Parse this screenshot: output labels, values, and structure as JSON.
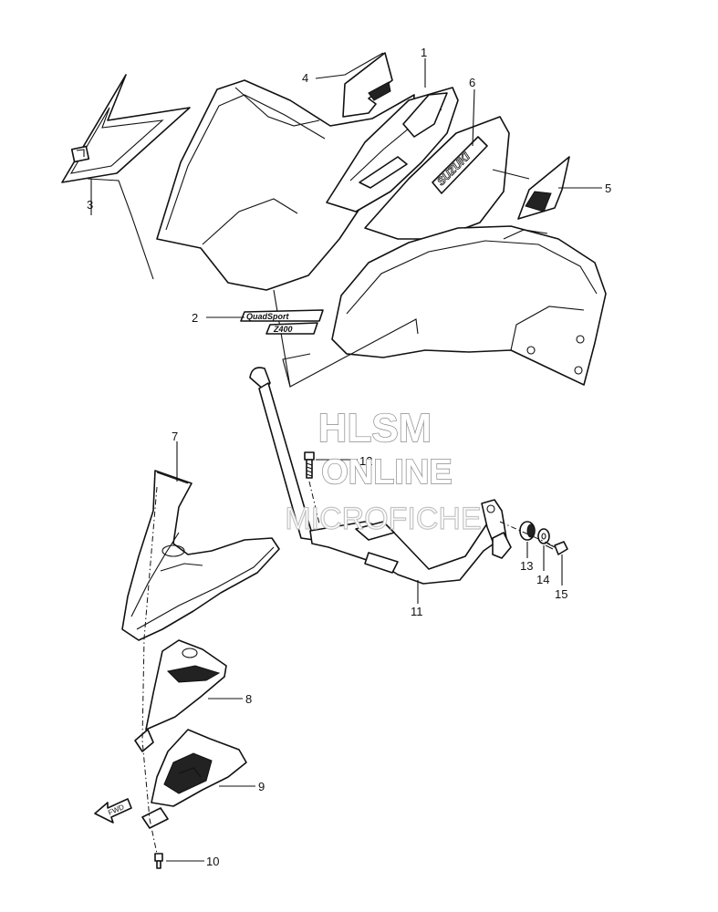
{
  "callouts": [
    {
      "id": "1",
      "label": "1"
    },
    {
      "id": "2",
      "label": "2"
    },
    {
      "id": "3",
      "label": "3"
    },
    {
      "id": "4",
      "label": "4"
    },
    {
      "id": "5",
      "label": "5"
    },
    {
      "id": "6",
      "label": "6"
    },
    {
      "id": "7",
      "label": "7"
    },
    {
      "id": "8",
      "label": "8"
    },
    {
      "id": "9",
      "label": "9"
    },
    {
      "id": "10",
      "label": "10"
    },
    {
      "id": "11",
      "label": "11"
    },
    {
      "id": "12",
      "label": "12"
    },
    {
      "id": "13",
      "label": "13"
    },
    {
      "id": "14",
      "label": "14"
    },
    {
      "id": "15",
      "label": "15"
    }
  ],
  "decals": {
    "brand": "SUZUKI",
    "model_line1": "QuadSport",
    "model_line2": "Z400"
  },
  "fwd_arrow": {
    "label": "FWD"
  },
  "watermark": {
    "line1": "HLSM",
    "line2": "ONLINE",
    "line3": "MICROFICHE"
  }
}
